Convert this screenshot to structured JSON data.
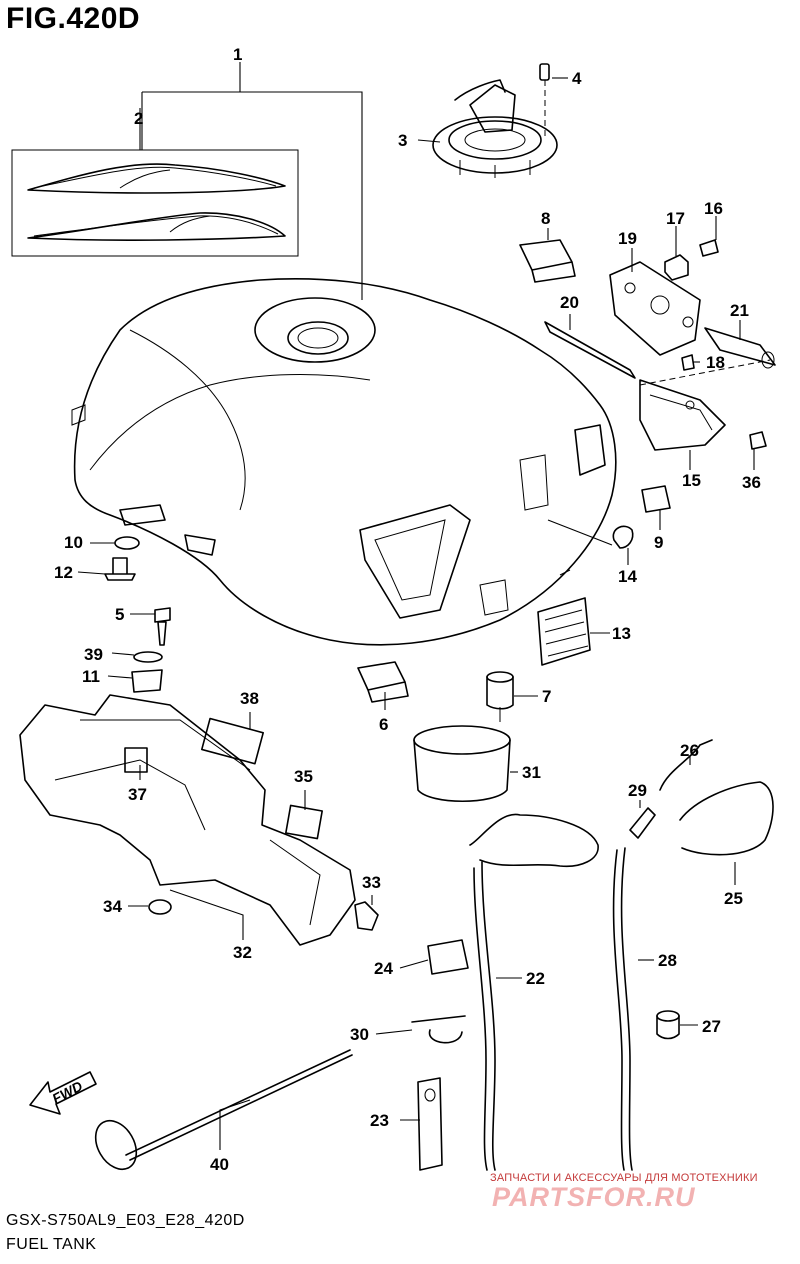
{
  "figure": {
    "title": "FIG.420D",
    "code": "GSX-S750AL9_E03_E28_420D",
    "subtitle": "FUEL TANK"
  },
  "direction_badge": {
    "label": "FWD",
    "icon": "arrow-icon"
  },
  "watermark": {
    "tagline": "ЗАПЧАСТИ И АКСЕССУАРЫ ДЛЯ МОТОТЕХНИКИ",
    "brand": "PARTSFOR.RU"
  },
  "callouts": [
    "1",
    "2",
    "3",
    "4",
    "5",
    "6",
    "7",
    "8",
    "9",
    "10",
    "11",
    "12",
    "13",
    "14",
    "15",
    "16",
    "17",
    "18",
    "19",
    "20",
    "21",
    "22",
    "23",
    "24",
    "25",
    "26",
    "27",
    "28",
    "29",
    "30",
    "31",
    "32",
    "33",
    "34",
    "35",
    "36",
    "37",
    "38",
    "39",
    "40"
  ]
}
